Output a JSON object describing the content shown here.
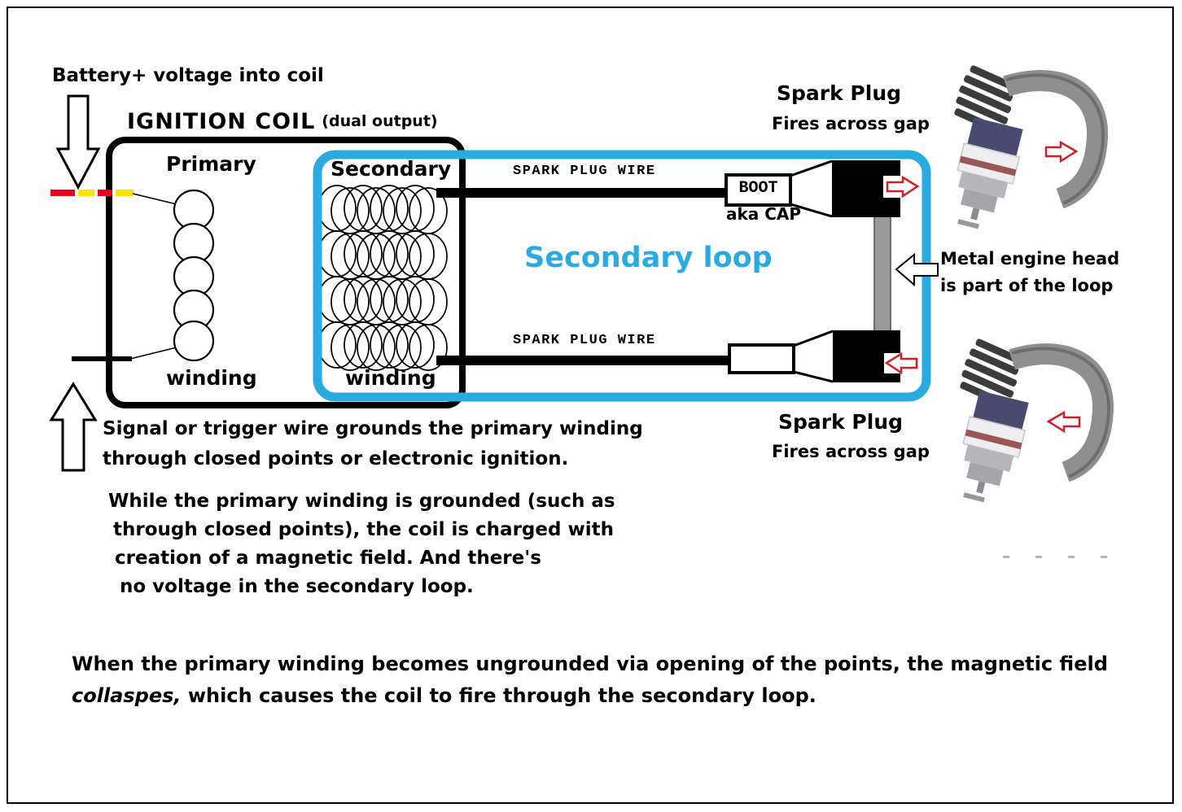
{
  "labels": {
    "battery_note": "Battery+ voltage into coil",
    "ignition_coil": "IGNITION COIL",
    "dual_output": "(dual output)",
    "primary": "Primary",
    "primary_winding": "winding",
    "secondary": "Secondary",
    "secondary_winding": "winding",
    "spark_plug_wire_top": "SPARK PLUG WIRE",
    "spark_plug_wire_bottom": "SPARK PLUG WIRE",
    "boot": "BOOT",
    "aka_cap": "aka CAP",
    "secondary_loop": "Secondary loop",
    "spark_plug_top": "Spark Plug",
    "fires_across_gap_top": "Fires across gap",
    "spark_plug_bottom": "Spark Plug",
    "fires_across_gap_bottom": "Fires across gap",
    "engine_head_line1": "Metal engine head",
    "engine_head_line2": "is part of the loop"
  },
  "notes": {
    "trigger_line1": "Signal or trigger wire grounds the primary winding",
    "trigger_line2": "through closed points or electronic ignition.",
    "charged_line1": "While the primary winding is grounded (such as",
    "charged_line2": "through closed points), the coil is charged with",
    "charged_line3": "creation of a magnetic field.  And there's",
    "charged_line4": "no voltage in the secondary loop.",
    "collapse_line1": "When the primary winding becomes ungrounded via opening of the points, the magnetic field",
    "collapse_line2_italic": "collaspes,",
    "collapse_line2_rest": " which causes the coil to fire through the secondary loop."
  },
  "colors": {
    "secondary_loop_accent": "#29abe2",
    "arrow_red": "#cc2128",
    "wire_red": "#e8001d",
    "wire_yellow": "#ffe400",
    "engine_head_gray": "#9a9a9a"
  }
}
